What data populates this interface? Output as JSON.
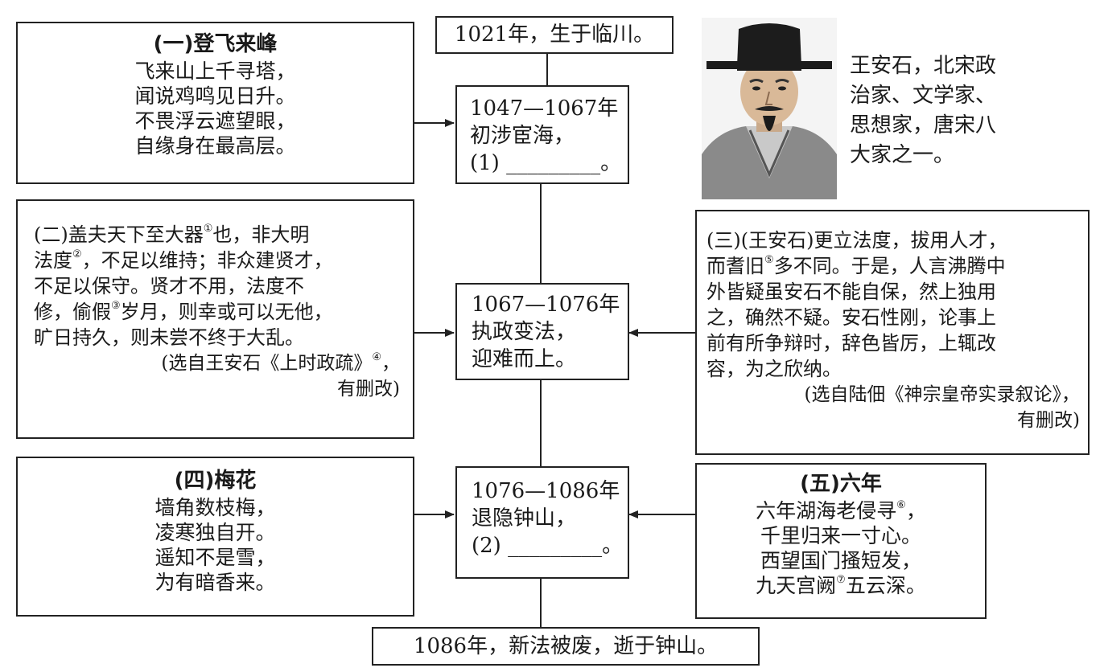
{
  "timeline": {
    "birth": "1021年，生于临川。",
    "stage1": [
      "1047—1067年",
      "初涉宦海，",
      "(1) _________。"
    ],
    "stage2": [
      "1067—1076年",
      "执政变法，",
      "迎难而上。"
    ],
    "stage3": [
      "1076—1086年",
      "退隐钟山，",
      "(2) _________。"
    ],
    "death": "1086年，新法被废，逝于钟山。"
  },
  "bio": [
    "王安石，北宋政",
    "治家、文学家、",
    "思想家，唐宋八",
    "大家之一。"
  ],
  "poem1": {
    "title": "(一)登飞来峰",
    "lines": [
      "飞来山上千寻塔，",
      "闻说鸡鸣见日升。",
      "不畏浮云遮望眼，",
      "自缘身在最高层。"
    ]
  },
  "text2": {
    "l1a": "(二)盖夫天下至大器",
    "n1": "①",
    "l1b": "也，非大明",
    "l2a": "法度",
    "n2": "②",
    "l2b": "，不足以维持；非众建贤才，",
    "l3": "不足以保守。贤才不用，法度不",
    "l4a": "修，偷假",
    "n3": "③",
    "l4b": "岁月，则幸或可以无他，",
    "l5": "旷日持久，则未尝不终于大乱。",
    "src1a": "(选自王安石《上时政疏》",
    "n4": "④",
    "src1b": "，",
    "src2": "有删改)"
  },
  "text3": {
    "l1": "(三)(王安石)更立法度，拔用人才，",
    "l2a": "而耆旧",
    "n5": "⑤",
    "l2b": "多不同。于是，人言沸腾中",
    "l3": "外皆疑虽安石不能自保，然上独用",
    "l4": "之，确然不疑。安石性刚，论事上",
    "l5": "前有所争辩时，辞色皆厉，上辄改",
    "l6": "容，为之欣纳。",
    "src1": "(选自陆佃《神宗皇帝实录叙论》，",
    "src2": "有删改)"
  },
  "poem4": {
    "title": "(四)梅花",
    "lines": [
      "墙角数枝梅，",
      "凌寒独自开。",
      "遥知不是雪，",
      "为有暗香来。"
    ]
  },
  "poem5": {
    "title": "(五)六年",
    "l1a": "六年湖海老侵寻",
    "n6": "⑥",
    "l1b": "，",
    "l2": "千里归来一寸心。",
    "l3": "西望国门搔短发，",
    "l4a": "九天宫阙",
    "n7": "⑦",
    "l4b": "五云深。"
  },
  "colors": {
    "border": "#222222",
    "text": "#1a1a1a",
    "portrait_hat": "#1c1c1c",
    "portrait_robe": "#8a8a8a"
  }
}
